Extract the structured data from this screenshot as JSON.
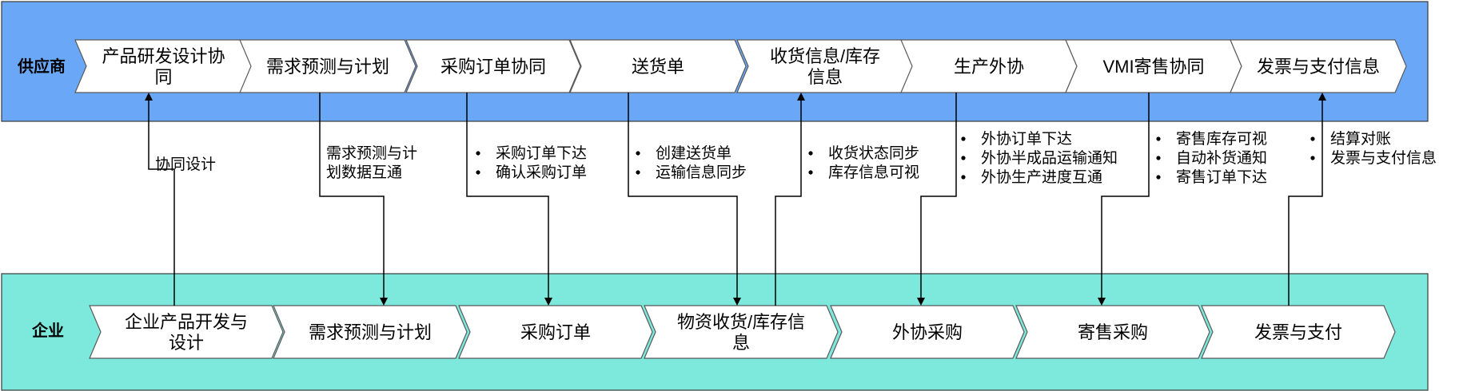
{
  "colors": {
    "supplier_band": "#6aa8f7",
    "enterprise_band": "#7de8dc",
    "band_border": "#3a3a3a"
  },
  "supplier": {
    "label": "供应商",
    "steps": [
      [
        "产品研发设计协",
        "同"
      ],
      [
        "需求预测与计划"
      ],
      [
        "采购订单协同"
      ],
      [
        "送货单"
      ],
      [
        "收货信息/库存",
        "信息"
      ],
      [
        "生产外协"
      ],
      [
        "VMI寄售协同"
      ],
      [
        "发票与支付信息"
      ]
    ]
  },
  "enterprise": {
    "label": "企业",
    "steps": [
      [
        "企业产品开发与",
        "设计"
      ],
      [
        "需求预测与计划"
      ],
      [
        "采购订单"
      ],
      [
        "物资收货/库存信",
        "息"
      ],
      [
        "外协采购"
      ],
      [
        "寄售采购"
      ],
      [
        "发票与支付"
      ]
    ]
  },
  "flows": [
    {
      "direction": "enterprise-to-supplier",
      "bullets": false,
      "notes": [
        "协同设计"
      ]
    },
    {
      "direction": "supplier-to-enterprise",
      "bullets": false,
      "notes": [
        "需求预测与计",
        "划数据互通"
      ]
    },
    {
      "direction": "supplier-to-enterprise",
      "bullets": true,
      "notes": [
        "采购订单下达",
        "确认采购订单"
      ]
    },
    {
      "direction": "supplier-to-enterprise",
      "bullets": true,
      "notes": [
        "创建送货单",
        "运输信息同步"
      ]
    },
    {
      "direction": "enterprise-to-supplier",
      "bullets": true,
      "notes": [
        "收货状态同步",
        "库存信息可视"
      ]
    },
    {
      "direction": "supplier-to-enterprise",
      "bullets": true,
      "notes": [
        "外协订单下达",
        "外协半成品运输通知",
        "外协生产进度互通"
      ]
    },
    {
      "direction": "supplier-to-enterprise",
      "bullets": true,
      "notes": [
        "寄售库存可视",
        "自动补货通知",
        "寄售订单下达"
      ]
    },
    {
      "direction": "enterprise-to-supplier",
      "bullets": true,
      "notes": [
        "结算对账",
        "发票与支付信息"
      ]
    }
  ]
}
